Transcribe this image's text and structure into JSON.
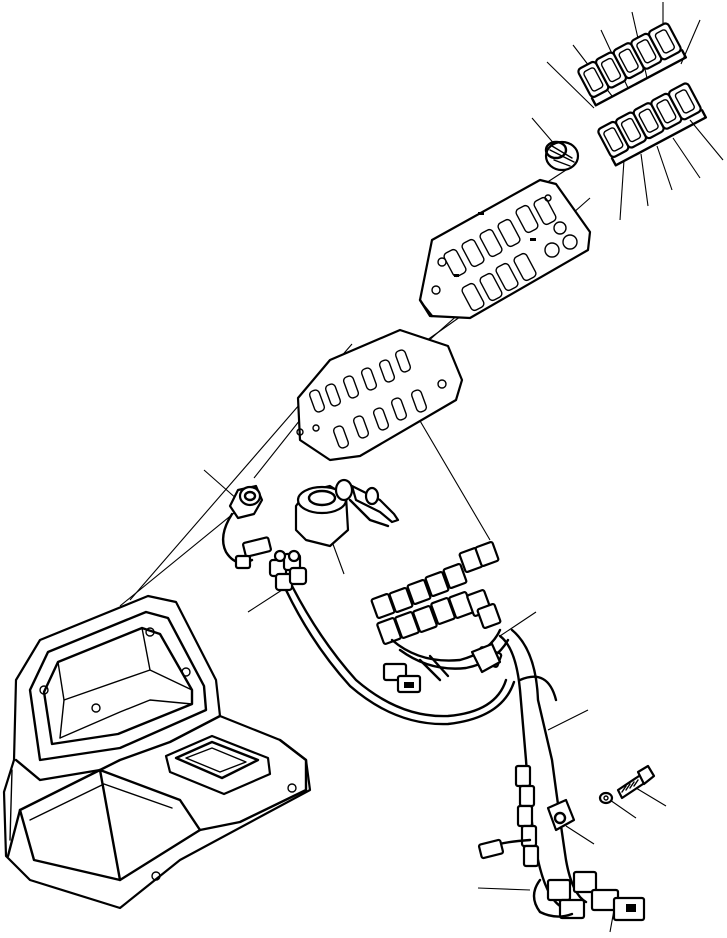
{
  "figure": {
    "kind": "exploded-parts-illustration",
    "line_color": "#000000",
    "background": "#ffffff",
    "parts": [
      {
        "name": "switch-group-upper",
        "icon": "rocker-switch-icon",
        "count": 5
      },
      {
        "name": "switch-group-lower",
        "icon": "rocker-switch-icon",
        "count": 5
      },
      {
        "name": "rotary-knob",
        "icon": "knob-icon"
      },
      {
        "name": "upper-switch-panel",
        "icon": "panel-icon"
      },
      {
        "name": "lower-switch-plate",
        "icon": "plate-icon"
      },
      {
        "name": "indicator-lamp",
        "icon": "lamp-icon"
      },
      {
        "name": "key-switch",
        "icon": "key-icon"
      },
      {
        "name": "wiring-harness",
        "icon": "harness-icon"
      },
      {
        "name": "console-housing",
        "icon": "console-icon"
      },
      {
        "name": "bolt",
        "icon": "bolt-icon"
      },
      {
        "name": "washer",
        "icon": "washer-icon"
      },
      {
        "name": "harness-clamp",
        "icon": "clamp-icon"
      }
    ]
  }
}
